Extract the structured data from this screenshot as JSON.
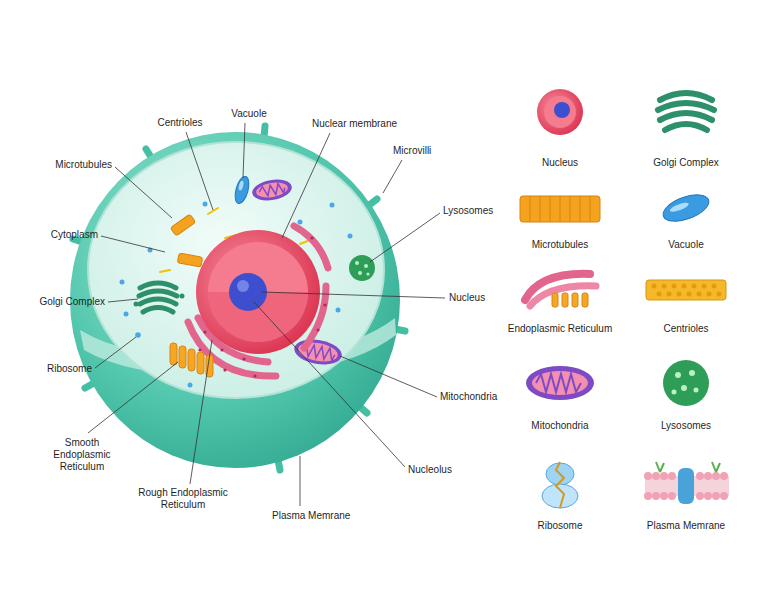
{
  "diagram": {
    "labels": [
      "Centrioles",
      "Vacuole",
      "Nuclear membrane",
      "Microtubules",
      "Microvilli",
      "Cytoplasm",
      "Lysosomes",
      "Golgi Complex",
      "Nucleus",
      "Ribosome",
      "Mitochondria",
      "Smooth Endoplasmic Reticulum",
      "Rough Endoplasmic Reticulum",
      "Nucleolus",
      "Plasma Memrane",
      "Nucleus",
      "Golgi Complex",
      "Microtubules",
      "Vacuole",
      "Endoplasmic Reticulum",
      "Centrioles",
      "Mitochondria",
      "Lysosomes",
      "Ribosome",
      "Plasma Memrane"
    ]
  }
}
